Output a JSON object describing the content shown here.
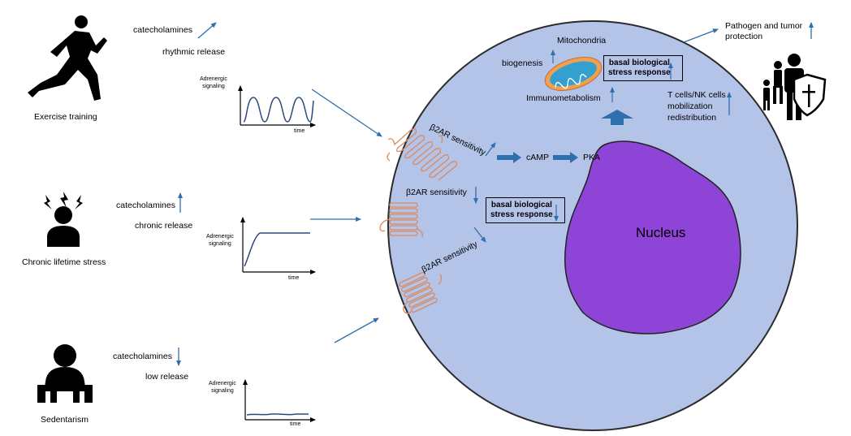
{
  "colors": {
    "cell_fill": "#b4c3e8",
    "cell_stroke": "#2b2b2b",
    "nucleus_fill": "#8e44d6",
    "arrow_blue": "#2e6fad",
    "receptor": "#e6a07a",
    "mito_outer": "#f0a050",
    "mito_inner": "#33a0d0"
  },
  "left": {
    "exercise": {
      "label": "Exercise training",
      "catecholamines": "catecholamines",
      "release": "rhythmic release",
      "graph_ylabel": "Adrenergic\nsignaling",
      "graph_xlabel": "time",
      "icon": "runner-icon"
    },
    "stress": {
      "label": "Chronic lifetime stress",
      "catecholamines": "catecholamines",
      "release": "chronic release",
      "graph_ylabel": "Adrenergic\nsignaling",
      "graph_xlabel": "time",
      "icon": "stressed-person-icon"
    },
    "sedentary": {
      "label": "Sedentarism",
      "catecholamines": "catecholamines",
      "release": "low release",
      "graph_ylabel": "Adrenergic\nsignaling",
      "graph_xlabel": "time",
      "icon": "sitting-person-icon"
    }
  },
  "cell": {
    "b2ar_top": "β2AR sensitivity",
    "b2ar_mid": "β2AR sensitivity",
    "b2ar_bottom": "β2AR sensitivity",
    "camp": "cAMP",
    "pka": "PKA",
    "nucleus": "Nucleus",
    "mitochondria": "Mitochondria",
    "biogenesis": "biogenesis",
    "immunometabolism": "Immunometabolism",
    "stress_box_top_l1": "basal biological",
    "stress_box_top_l2": "stress response",
    "stress_box_mid_l1": "basal biological",
    "stress_box_mid_l2": "stress response"
  },
  "right": {
    "tcells_l1": "T cells/NK cells",
    "tcells_l2": "mobilization",
    "tcells_l3": "redistribution",
    "pathogen_l1": "Pathogen and tumor",
    "pathogen_l2": "protection",
    "icon": "family-shield-icon"
  }
}
